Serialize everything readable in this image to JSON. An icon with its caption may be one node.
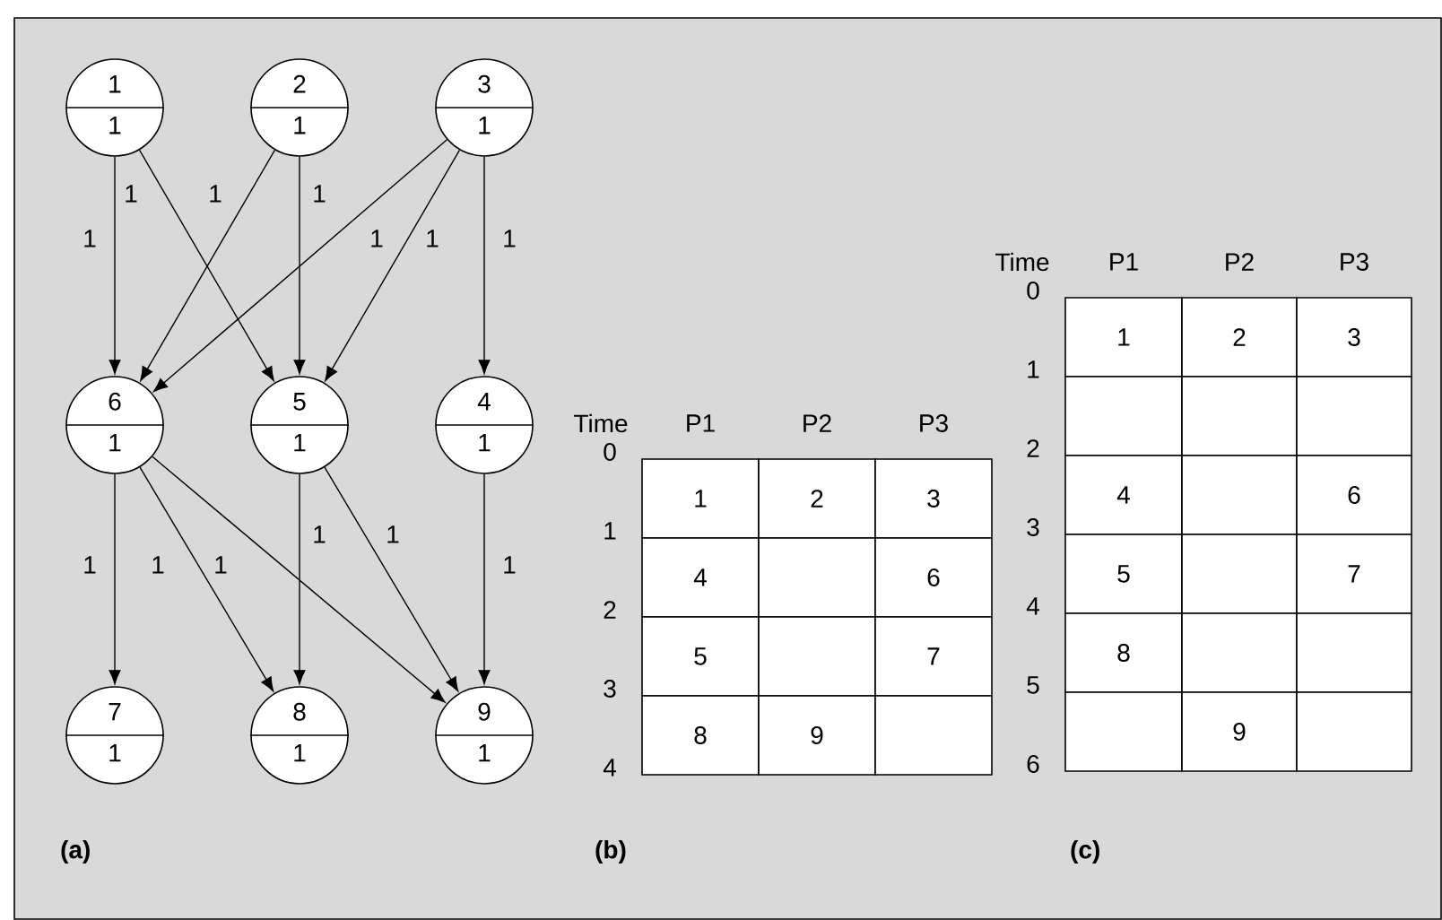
{
  "diagram": {
    "nodes": [
      {
        "text": [
          "1",
          "1"
        ]
      },
      {
        "text": [
          "2",
          "1"
        ]
      },
      {
        "text": [
          "3",
          "1"
        ]
      },
      {
        "text": [
          "6",
          "1"
        ]
      },
      {
        "text": [
          "5",
          "1"
        ]
      },
      {
        "text": [
          "4",
          "1"
        ]
      },
      {
        "text": [
          "7",
          "1"
        ]
      },
      {
        "text": [
          "8",
          "1"
        ]
      },
      {
        "text": [
          "9",
          "1"
        ]
      }
    ],
    "edges": [
      {
        "from": 0,
        "to": 3,
        "arrow": "to",
        "label": "1"
      },
      {
        "from": 0,
        "to": 4,
        "arrow": "to",
        "label": "1"
      },
      {
        "from": 1,
        "to": 3,
        "arrow": "to",
        "label": "1"
      },
      {
        "from": 1,
        "to": 4,
        "arrow": "to",
        "label": "1"
      },
      {
        "from": 2,
        "to": 3,
        "arrow": "to",
        "label": "1"
      },
      {
        "from": 2,
        "to": 4,
        "arrow": "to",
        "label": "1"
      },
      {
        "from": 2,
        "to": 5,
        "arrow": "to",
        "label": "1"
      },
      {
        "from": 3,
        "to": 6,
        "arrow": "to",
        "label": "1"
      },
      {
        "from": 3,
        "to": 7,
        "arrow": "to",
        "label": "1"
      },
      {
        "from": 3,
        "to": 8,
        "arrow": "to",
        "label": "1"
      },
      {
        "from": 4,
        "to": 7,
        "arrow": "to",
        "label": "1"
      },
      {
        "from": 4,
        "to": 8,
        "arrow": "to",
        "label": "1"
      },
      {
        "from": 5,
        "to": 8,
        "arrow": "to",
        "label": "1"
      }
    ],
    "labels": [
      "(a)",
      "Time",
      "P1",
      "P2",
      "P3",
      "0",
      "1",
      "2",
      "3",
      "4",
      "1",
      "2",
      "3",
      "4",
      "6",
      "5",
      "7",
      "8",
      "9",
      "(b)",
      "Time",
      "P1",
      "P2",
      "P3",
      "0",
      "1",
      "2",
      "3",
      "4",
      "5",
      "6",
      "1",
      "2",
      "3",
      "4",
      "6",
      "5",
      "7",
      "8",
      "9",
      "(c)"
    ]
  }
}
